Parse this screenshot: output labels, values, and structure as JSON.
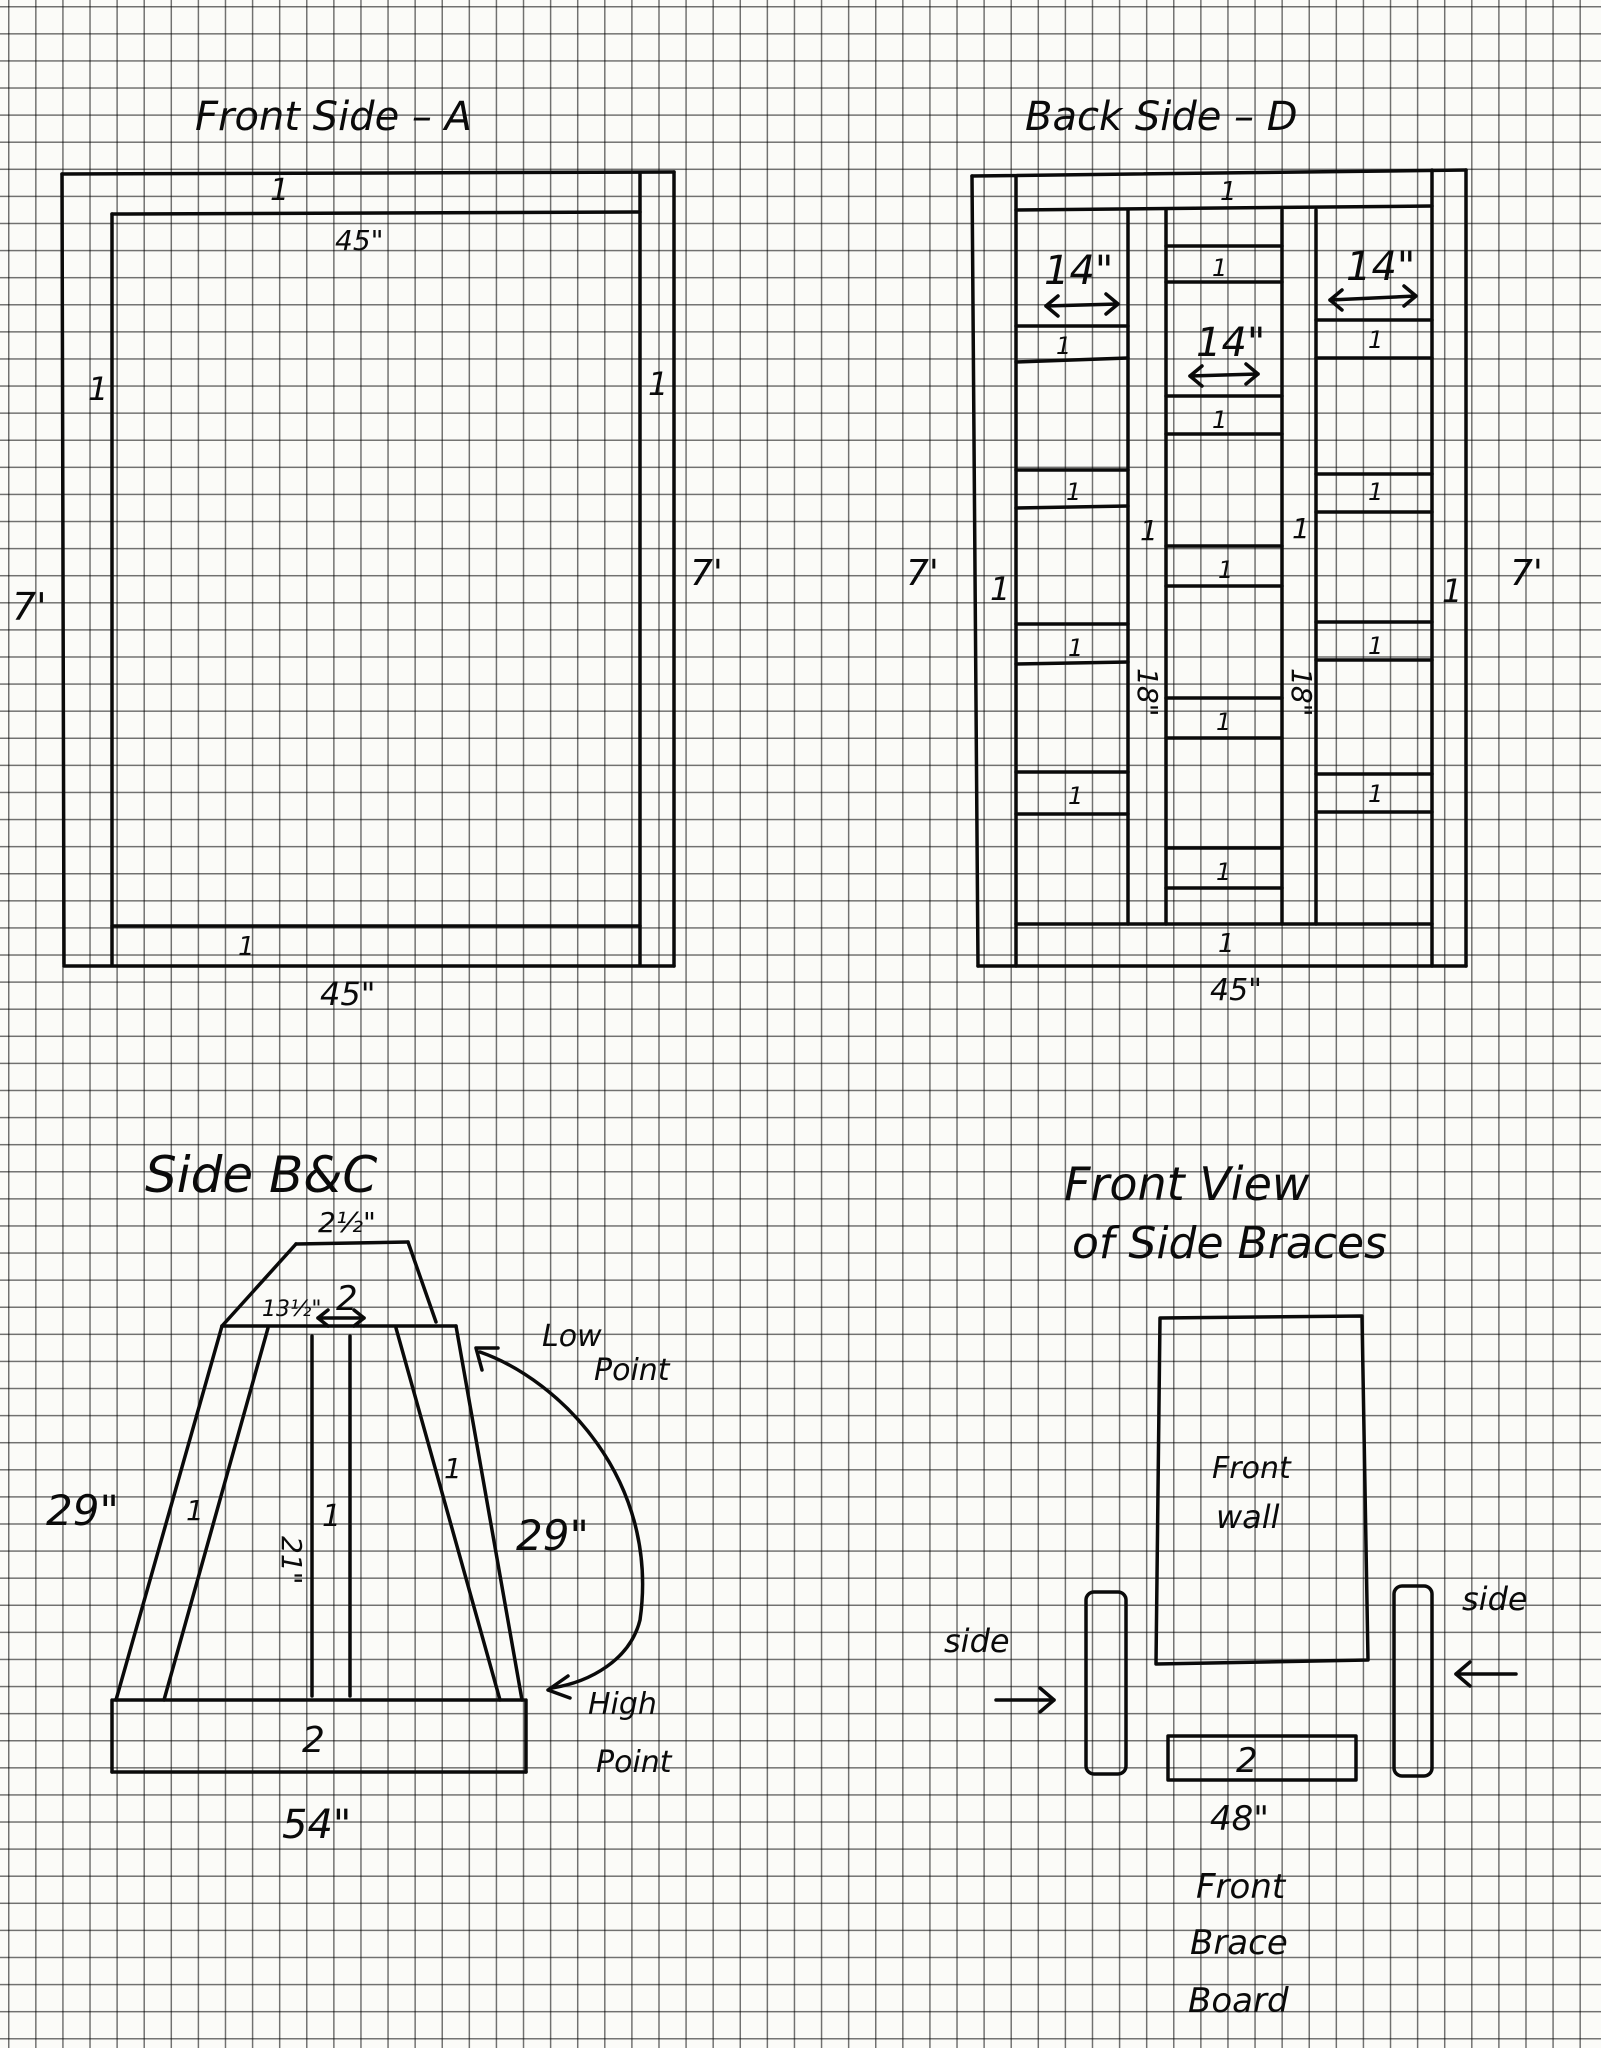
{
  "panels": {
    "front": {
      "title": "Front Side – A",
      "top_board": "1",
      "top_width": "45\"",
      "left_board": "1",
      "right_board": "1",
      "bottom_board": "1",
      "bottom_width": "45\"",
      "left_height": "7'",
      "right_height": "7'"
    },
    "back": {
      "title": "Back Side – D",
      "top_board": "1",
      "bottom_board": "1",
      "bottom_width": "45\"",
      "left_height": "7'",
      "right_height": "7'",
      "left_post": "1",
      "right_post": "1",
      "inner_left_post": "1",
      "inner_right_post": "1",
      "span_left": "14\"",
      "span_mid": "14\"",
      "span_right": "14\"",
      "gap_left": "18\"",
      "gap_right": "18\"",
      "rung": "1"
    },
    "side": {
      "title": "Side  B&C",
      "top_width": "2½\"",
      "inner_top": "13½\"",
      "inner_top_board": "2",
      "left_length": "29\"",
      "right_length": "29\"",
      "left_brace": "1",
      "right_brace": "1",
      "center_brace": "1",
      "center_height": "21\"",
      "bottom_board": "2",
      "bottom_width": "54\"",
      "low_point_1": "Low",
      "low_point_2": "Point",
      "high_point_1": "High",
      "high_point_2": "Point"
    },
    "braces": {
      "title_1": "Front View",
      "title_2": "of Side Braces",
      "wall_1": "Front",
      "wall_2": "wall",
      "side_left": "side",
      "side_right": "side",
      "brace_board": "2",
      "brace_width": "48\"",
      "caption_1": "Front",
      "caption_2": "Brace",
      "caption_3": "Board"
    }
  }
}
